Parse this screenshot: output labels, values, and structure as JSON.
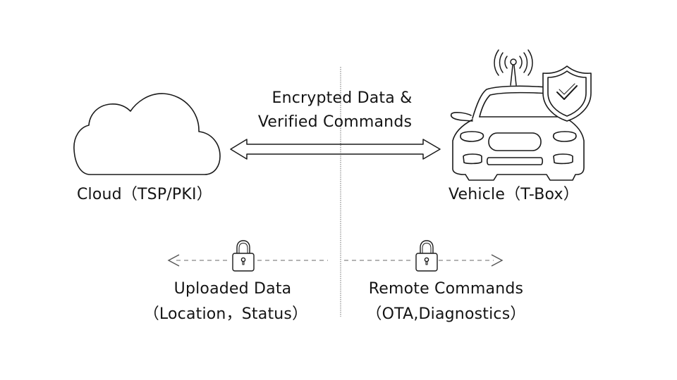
{
  "diagram": {
    "cloud": {
      "icon": "cloud-icon",
      "label": "Cloud（TSP/PKI）"
    },
    "vehicle": {
      "icon": "car-icon",
      "antenna_icon": "antenna-signal-icon",
      "badge_icon": "shield-check-icon",
      "label": "Vehicle（T-Box）"
    },
    "channel": {
      "line1": "Encrypted Data &",
      "line2": "Verified Commands",
      "arrow": "double-headed-arrow"
    },
    "uplink": {
      "icon": "padlock-icon",
      "direction": "toward cloud (left)",
      "line1": "Uploaded Data",
      "line2": "（Location，Status）"
    },
    "downlink": {
      "icon": "padlock-icon",
      "direction": "toward vehicle (right)",
      "line1": "Remote Commands",
      "line2": "（OTA,Diagnostics）"
    },
    "colors": {
      "stroke": "#1a1a1a",
      "dashed": "#9a9a9a",
      "divider": "#888888",
      "background": "#ffffff"
    }
  }
}
